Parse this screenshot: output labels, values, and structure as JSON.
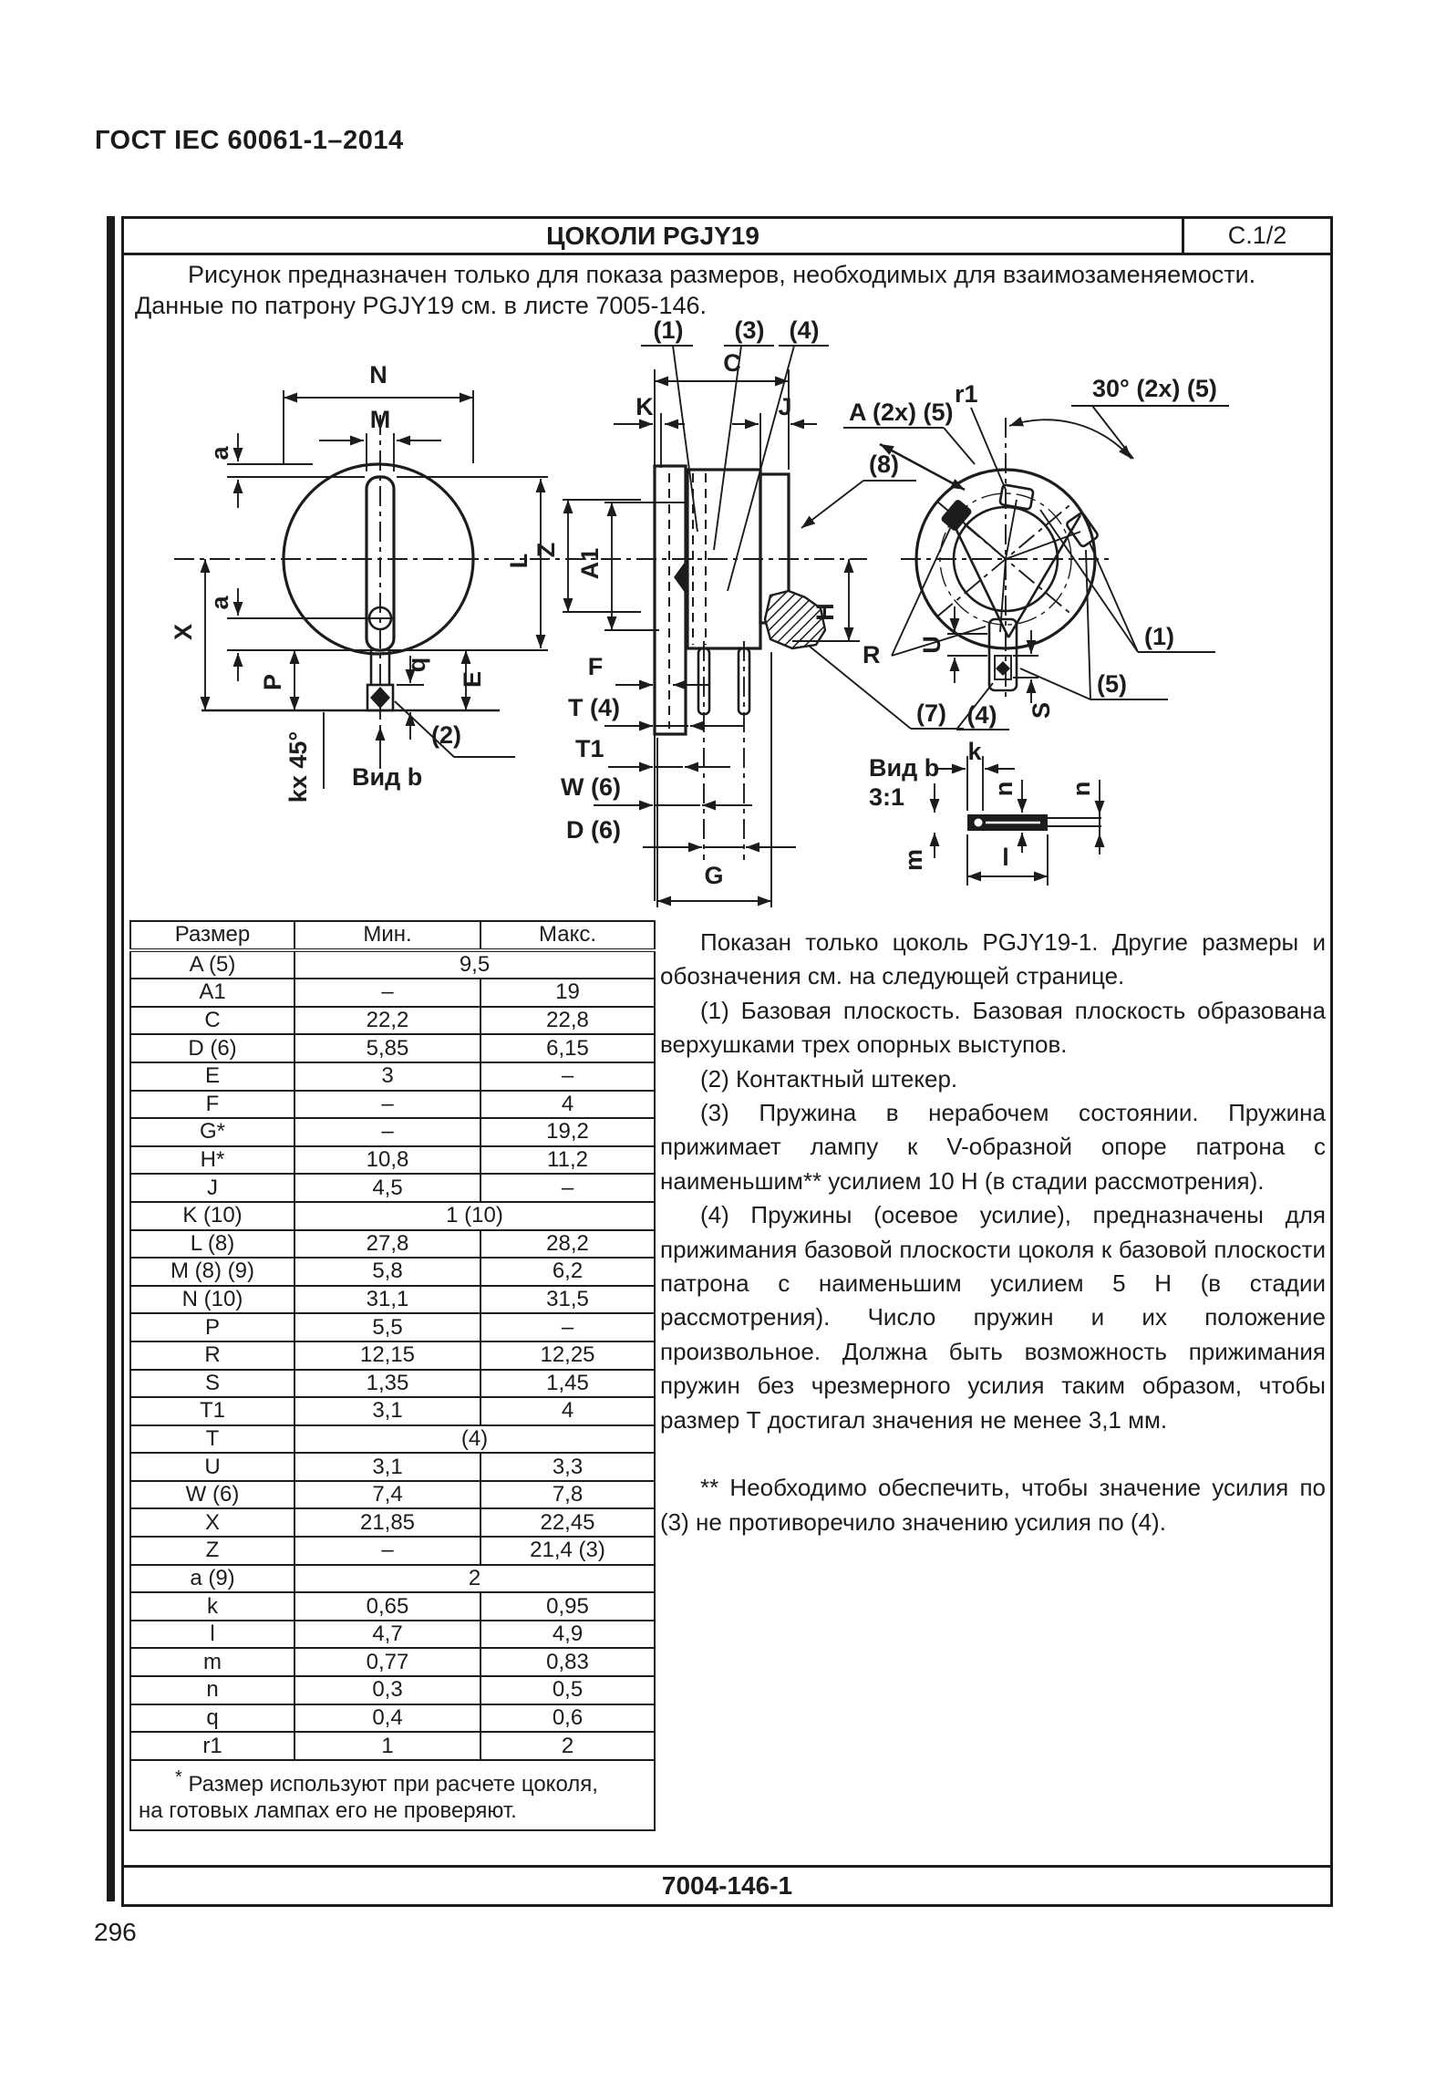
{
  "page": {
    "doc_header": "ГОСТ IEC 60061-1–2014",
    "page_number": "296"
  },
  "sheet": {
    "title": "ЦОКОЛИ PGJY19",
    "sheet_ref": "С.1/2",
    "intro_line1": "Рисунок предназначен только для показа размеров, необходимых для взаимозаменяемости.",
    "intro_line2": "Данные по патрону PGJY19 см. в листе 7005-146.",
    "footer_ref": "7004-146-1"
  },
  "drawing": {
    "labels": {
      "N": "N",
      "M": "M",
      "a": "a",
      "X": "X",
      "P": "P",
      "kx45": "kx 45°",
      "vid_b": "Вид b",
      "scale31": "3:1",
      "q": "q",
      "E": "E",
      "L": "L",
      "Z": "Z",
      "n1": "(1)",
      "n2": "(2)",
      "n3": "(3)",
      "n4": "(4)",
      "n5": "(5)",
      "n7": "(7)",
      "n8": "(8)",
      "C": "C",
      "K": "K",
      "J": "J",
      "A1": "A1",
      "H": "H",
      "R": "R",
      "F": "F",
      "T4": "T (4)",
      "T1": "T1",
      "W6": "W (6)",
      "D6": "D (6)",
      "G": "G",
      "r1": "r1",
      "deg30": "30° (2x) (5)",
      "A2x": "A (2x) (5)",
      "S": "S",
      "U": "U",
      "k": "k",
      "l": "l",
      "m": "m",
      "n": "n"
    }
  },
  "table": {
    "headers": [
      "Размер",
      "Мин.",
      "Макс."
    ],
    "rows": [
      {
        "name": "A (5)",
        "span": "9,5"
      },
      {
        "name": "A1",
        "min": "–",
        "max": "19"
      },
      {
        "name": "C",
        "min": "22,2",
        "max": "22,8"
      },
      {
        "name": "D (6)",
        "min": "5,85",
        "max": "6,15"
      },
      {
        "name": "E",
        "min": "3",
        "max": "–"
      },
      {
        "name": "F",
        "min": "–",
        "max": "4"
      },
      {
        "name": "G*",
        "min": "–",
        "max": "19,2"
      },
      {
        "name": "H*",
        "min": "10,8",
        "max": "11,2"
      },
      {
        "name": "J",
        "min": "4,5",
        "max": "–"
      },
      {
        "name": "K (10)",
        "span": "1 (10)"
      },
      {
        "name": "L (8)",
        "min": "27,8",
        "max": "28,2"
      },
      {
        "name": "M (8) (9)",
        "min": "5,8",
        "max": "6,2"
      },
      {
        "name": "N (10)",
        "min": "31,1",
        "max": "31,5"
      },
      {
        "name": "P",
        "min": "5,5",
        "max": "–"
      },
      {
        "name": "R",
        "min": "12,15",
        "max": "12,25"
      },
      {
        "name": "S",
        "min": "1,35",
        "max": "1,45"
      },
      {
        "name": "T1",
        "min": "3,1",
        "max": "4"
      },
      {
        "name": "T",
        "span": "(4)"
      },
      {
        "name": "U",
        "min": "3,1",
        "max": "3,3"
      },
      {
        "name": "W (6)",
        "min": "7,4",
        "max": "7,8"
      },
      {
        "name": "X",
        "min": "21,85",
        "max": "22,45"
      },
      {
        "name": "Z",
        "min": "–",
        "max": "21,4 (3)"
      },
      {
        "name": "a (9)",
        "span": "2"
      },
      {
        "name": "k",
        "min": "0,65",
        "max": "0,95"
      },
      {
        "name": "l",
        "min": "4,7",
        "max": "4,9"
      },
      {
        "name": "m",
        "min": "0,77",
        "max": "0,83"
      },
      {
        "name": "n",
        "min": "0,3",
        "max": "0,5"
      },
      {
        "name": "q",
        "min": "0,4",
        "max": "0,6"
      },
      {
        "name": "r1",
        "min": "1",
        "max": "2"
      }
    ],
    "footnote_sup": "*",
    "footnote_line1": " Размер используют при расчете цоколя,",
    "footnote_line2": "на готовых лампах его не проверяют."
  },
  "notes": {
    "p1": "Показан только цоколь PGJY19-1. Другие размеры и обозначения см. на следующей странице.",
    "p2": "(1) Базовая плоскость. Базовая плоскость образована верхушками трех опорных выступов.",
    "p3": "(2) Контактный штекер.",
    "p4": "(3) Пружина в нерабочем состоянии. Пружина прижимает лампу к V-образной опоре патрона с наименьшим** усилием 10 Н (в стадии рассмотрения).",
    "p5": "(4) Пружины (осевое усилие), предназначены для прижимания базовой плоскости цоколя к базовой плоскости патрона с наименьшим усилием 5 Н (в стадии рассмотрения). Число пружин и их положение произвольное. Должна быть возможность прижимания пружин без чрезмерного усилия таким образом, чтобы размер Т достигал значения не менее 3,1 мм.",
    "p6": "** Необходимо обеспечить, чтобы значение усилия по (3) не противоречило значению усилия по (4)."
  },
  "colors": {
    "ink": "#1c1c1c",
    "paper": "#ffffff"
  }
}
